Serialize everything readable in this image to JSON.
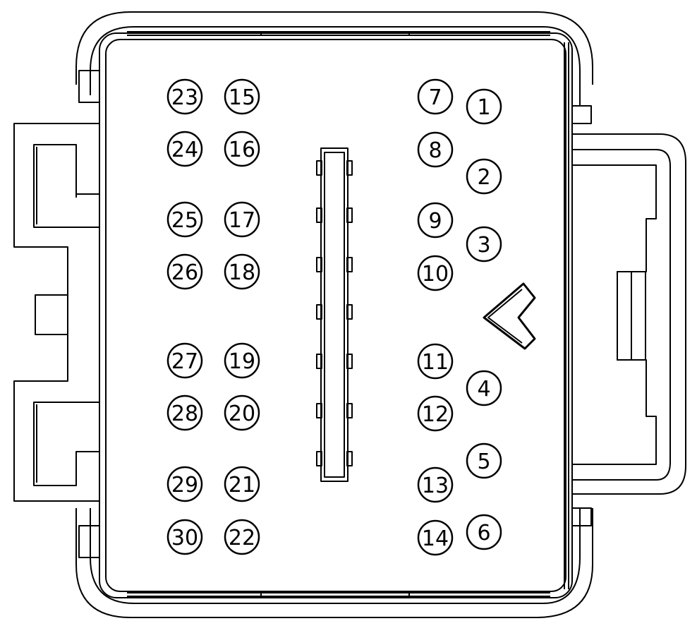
{
  "diagram": {
    "pins": [
      {
        "label": "23"
      },
      {
        "label": "15"
      },
      {
        "label": "7"
      },
      {
        "label": "1"
      },
      {
        "label": "24"
      },
      {
        "label": "16"
      },
      {
        "label": "8"
      },
      {
        "label": "2"
      },
      {
        "label": "25"
      },
      {
        "label": "17"
      },
      {
        "label": "9"
      },
      {
        "label": "3"
      },
      {
        "label": "26"
      },
      {
        "label": "18"
      },
      {
        "label": "10"
      },
      {
        "label": "27"
      },
      {
        "label": "19"
      },
      {
        "label": "11"
      },
      {
        "label": "4"
      },
      {
        "label": "28"
      },
      {
        "label": "20"
      },
      {
        "label": "12"
      },
      {
        "label": "5"
      },
      {
        "label": "29"
      },
      {
        "label": "21"
      },
      {
        "label": "13"
      },
      {
        "label": "30"
      },
      {
        "label": "22"
      },
      {
        "label": "14"
      },
      {
        "label": "6"
      }
    ]
  }
}
